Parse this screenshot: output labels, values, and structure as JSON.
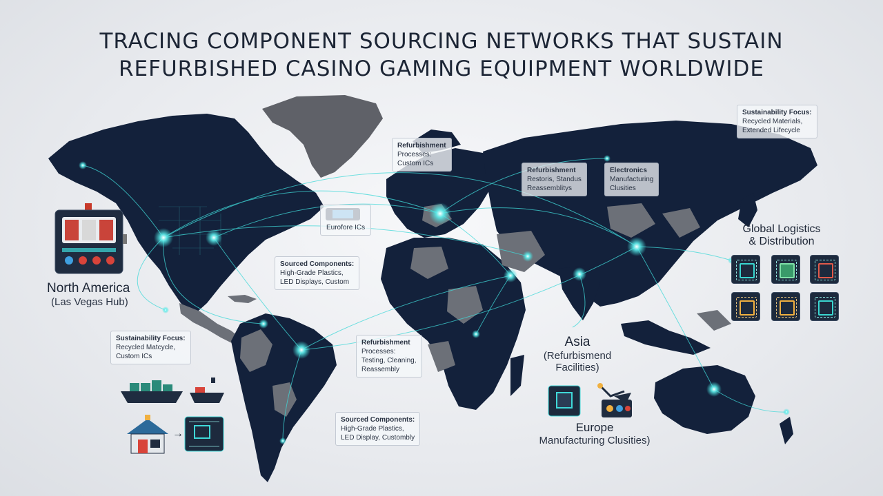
{
  "title_line1": "TRACING COMPONENT SOURCING NETWORKS THAT SUSTAIN",
  "title_line2": "REFURBISHED CASINO GAMING EQUIPMENT WORLDWIDE",
  "regions": {
    "north_america": {
      "title": "North America",
      "sub": "(Las Vegas Hub)"
    },
    "asia": {
      "title": "Asia",
      "sub": "(Refurbismend",
      "sub2": "Facilities)"
    },
    "europe": {
      "title": "Europe",
      "sub": "Manufacturing Clusities)"
    },
    "global": {
      "title": "Global Logistics",
      "sub": "& Distribution"
    }
  },
  "cards": {
    "sust_ne": {
      "title": "Sustainability Focus:",
      "l1": "Recycled Materials,",
      "l2": "Extended Lifecycle"
    },
    "refurb_atl": {
      "title": "Refurbishment",
      "l1": "Processes:",
      "l2": "Custom ICs"
    },
    "refurb_ru": {
      "title": "Refurbishment",
      "l1": "Restoris, Standus",
      "l2": "Reassemblitys"
    },
    "electronics": {
      "title": "Electronics",
      "l1": "Manufacturing",
      "l2": "Clusities"
    },
    "eurofore": {
      "title": "Eurofore ICs"
    },
    "sourced_na": {
      "title": "Sourced Components:",
      "l1": "High-Grade Plastics,",
      "l2": "LED Displays, Custom"
    },
    "sust_sw": {
      "title": "Sustainability Focus:",
      "l1": "Recycled Matcycle,",
      "l2": "Custom ICs"
    },
    "refurb_sa": {
      "title": "Refurbishment",
      "l1": "Processes:",
      "l2": "Testing, Cleaning,",
      "l3": "Reassembly"
    },
    "sourced_sa": {
      "title": "Sourced Components:",
      "l1": "High-Grade Plastics,",
      "l2": "LED Display, Custombly"
    }
  },
  "colors": {
    "land_dark": "#13213b",
    "land_grey": "#6c7078",
    "greenland": "#5f6168",
    "network": "#3fd8d8",
    "network_glow": "#9ff5f2"
  },
  "icons": [
    "slot-machine-icon",
    "cargo-ship-icon",
    "warehouse-icon",
    "circuit-board-icon",
    "microchip-icon",
    "tools-icon",
    "robot-arm-icon",
    "sensor-icon"
  ]
}
